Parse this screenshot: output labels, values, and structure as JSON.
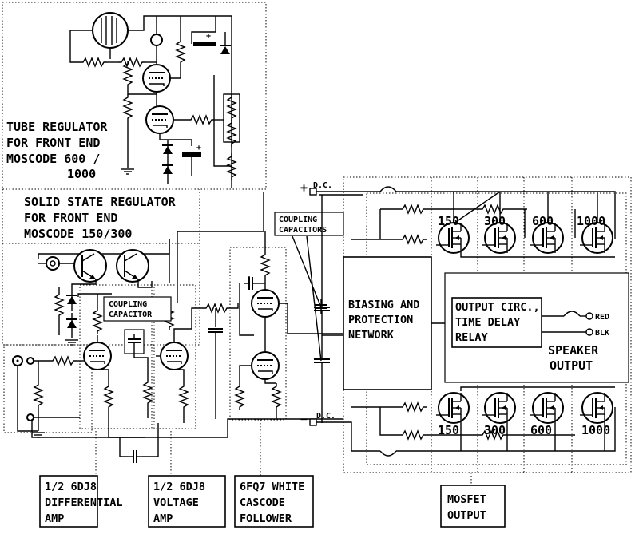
{
  "labels": {
    "tube_regulator": [
      "TUBE REGULATOR",
      "FOR FRONT END",
      "MOSCODE 600 /",
      "1000"
    ],
    "solid_state_regulator": [
      "SOLID STATE REGULATOR",
      "FOR FRONT END",
      "MOSCODE 150/300"
    ],
    "coupling_capacitors": [
      "COUPLING",
      "CAPACITORS"
    ],
    "coupling_capacitor": [
      "COUPLING",
      "CAPACITOR"
    ],
    "biasing": [
      "BIASING AND",
      "PROTECTION",
      "NETWORK"
    ],
    "output_circ": [
      "OUTPUT CIRC.,",
      "TIME DELAY",
      "RELAY"
    ],
    "speaker_output": [
      "SPEAKER",
      "OUTPUT"
    ],
    "red": "RED",
    "blk": "BLK",
    "plus_dc": "D.C.",
    "minus_dc": "D.C.",
    "plus_sign": "+",
    "minus_sign": "−",
    "mosfet_top": [
      "150",
      "300",
      "600",
      "1000"
    ],
    "mosfet_bottom": [
      "150",
      "300",
      "600",
      "1000"
    ],
    "diff_amp": [
      "1/2 6DJ8",
      "DIFFERENTIAL",
      "AMP"
    ],
    "voltage_amp": [
      "1/2 6DJ8",
      "VOLTAGE",
      "AMP"
    ],
    "cascode": [
      "6FQ7 WHITE",
      "CASCODE",
      "FOLLOWER"
    ],
    "mosfet_output": [
      "MOSFET",
      "OUTPUT"
    ]
  }
}
